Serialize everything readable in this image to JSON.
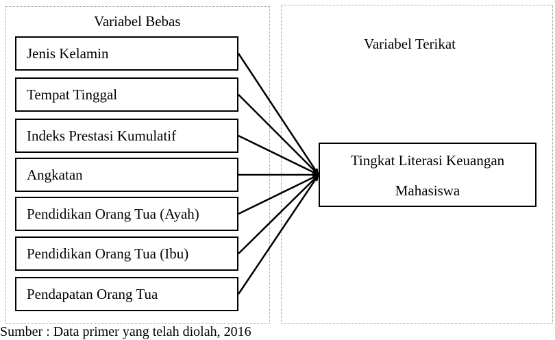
{
  "left_panel": {
    "title": "Variabel Bebas",
    "variables": [
      "Jenis Kelamin",
      "Tempat Tinggal",
      "Indeks Prestasi Kumulatif",
      "Angkatan",
      "Pendidikan Orang Tua (Ayah)",
      "Pendidikan Orang Tua (Ibu)",
      "Pendapatan Orang Tua"
    ]
  },
  "right_panel": {
    "title": "Variabel Terikat",
    "target_line1": "Tingkat Literasi Keuangan",
    "target_line2": "Mahasiswa"
  },
  "source": "Sumber : Data primer yang telah diolah, 2016"
}
